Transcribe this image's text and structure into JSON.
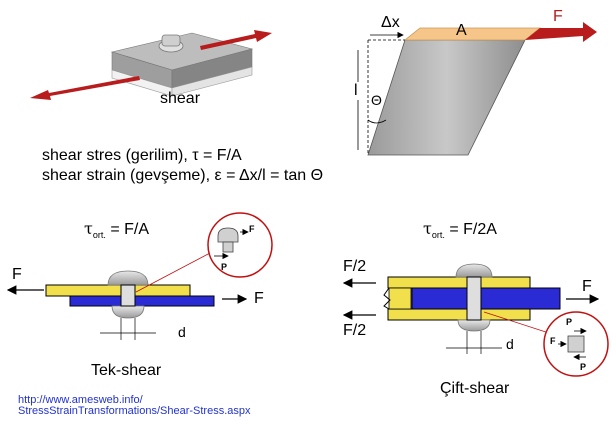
{
  "top_left": {
    "label": "shear"
  },
  "formulas": {
    "line1": "shear stres (gerilim), τ = F/A",
    "line2": "shear strain (gevşeme), ε = Δx/l = tan Θ"
  },
  "top_right": {
    "dx": "Δx",
    "area": "A",
    "force": "F",
    "length": "l",
    "angle": "Θ"
  },
  "single": {
    "tau": "τ",
    "sub": "ort.",
    "eq": "= F/A",
    "f_left": "F",
    "f_right": "F",
    "d": "d",
    "inset_f": "F",
    "inset_p": "P",
    "caption": "Tek-shear"
  },
  "double": {
    "tau": "τ",
    "sub": "ort.",
    "eq": "= F/2A",
    "f_top": "F/2",
    "f_bottom": "F/2",
    "f_right": "F",
    "d": "d",
    "inset_p_top": "P",
    "inset_f": "F",
    "inset_p_bottom": "P",
    "caption": "Çift-shear"
  },
  "source": {
    "line1": "http://www.amesweb.info/",
    "line2": "StressStrainTransformations/Shear-Stress.aspx"
  }
}
